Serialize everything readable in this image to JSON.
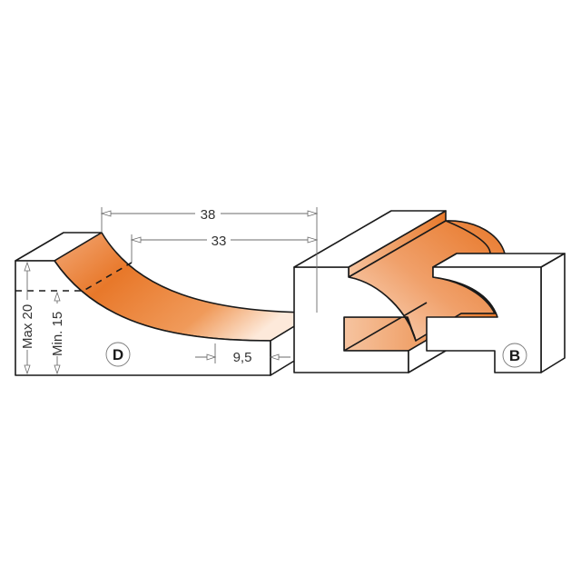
{
  "diagram": {
    "type": "router-bit-profile-drawing",
    "colors": {
      "profile_orange": "#e8782a",
      "profile_light": "#fbe2cf",
      "outline": "#1a1a1a",
      "dimension_line": "#6b6b6b",
      "background": "#ffffff"
    },
    "profiles": [
      {
        "id": "D",
        "label": "D"
      },
      {
        "id": "B",
        "label": "B"
      }
    ],
    "dimensions": {
      "width_total": "38",
      "width_inner": "33",
      "flat": "9,5",
      "max_height": "Max 20",
      "min_height": "Min. 15"
    }
  }
}
